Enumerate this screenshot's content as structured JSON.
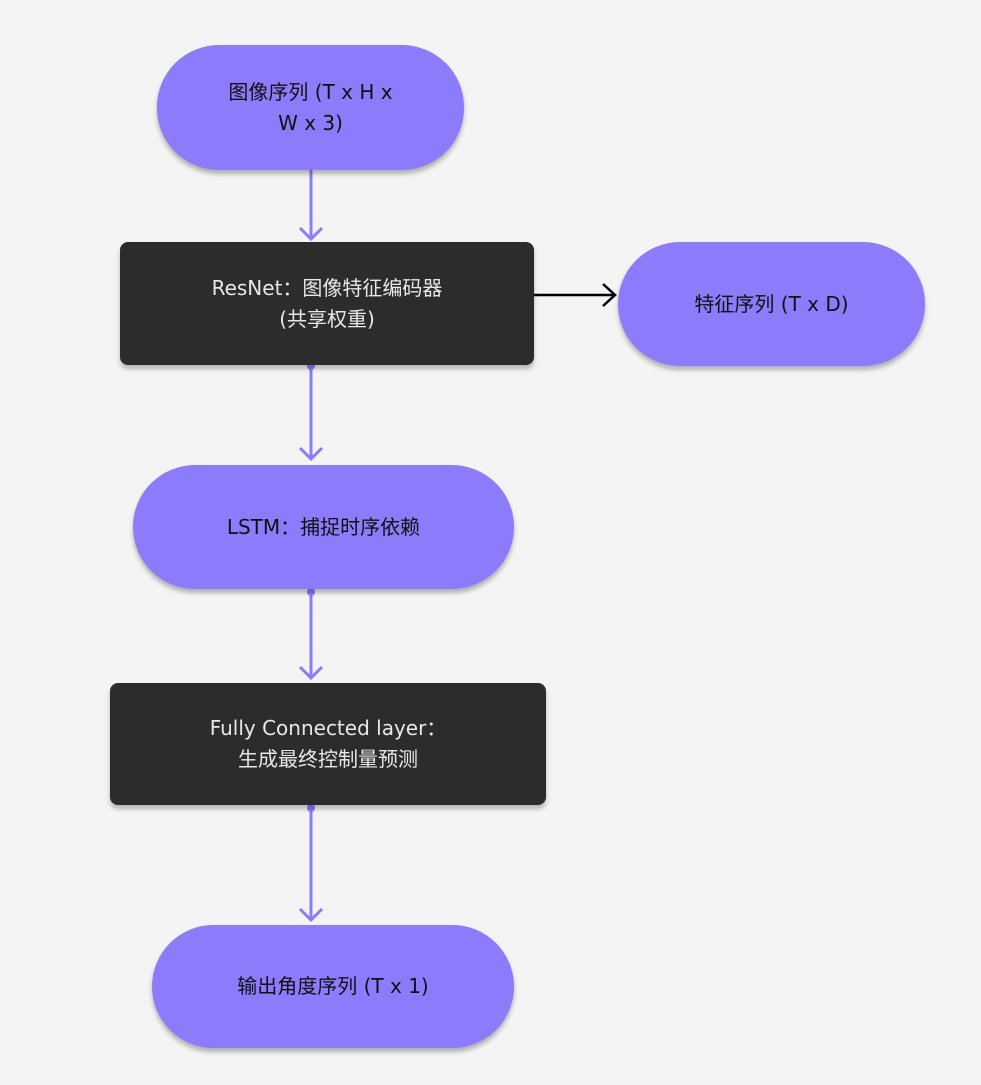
{
  "nodes": {
    "input": {
      "line1": "图像序列 (T x H x",
      "line2": "W x 3)"
    },
    "resnet": {
      "line1": "ResNet：图像特征编码器",
      "line2": "(共享权重)"
    },
    "feature": {
      "line1": "特征序列 (T x D)"
    },
    "lstm": {
      "line1": "LSTM：捕捉时序依赖"
    },
    "fc": {
      "line1": "Fully Connected layer：",
      "line2": "生成最终控制量预测"
    },
    "output": {
      "line1": "输出角度序列 (T x 1)"
    }
  },
  "colors": {
    "pill_fill": "#8c7bfb",
    "box_fill": "#2c2c2c",
    "edge_main": "#8c7bfb",
    "edge_side": "#000000",
    "background": "#f4f4f4"
  }
}
